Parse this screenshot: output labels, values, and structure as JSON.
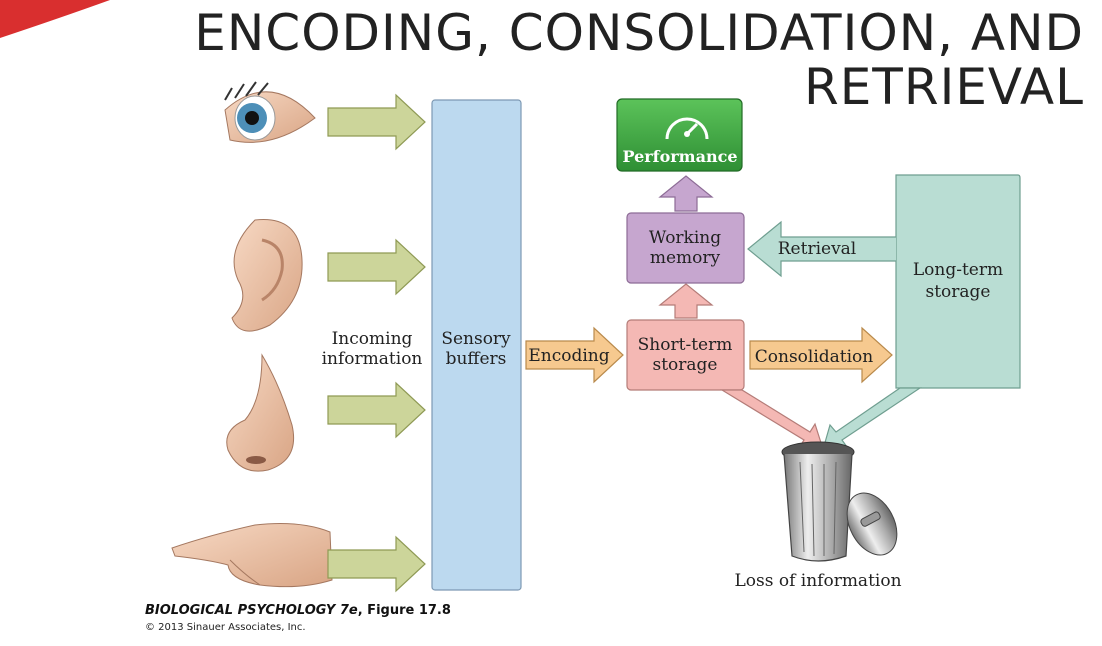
{
  "slide": {
    "title_line1": "ENCODING, CONSOLIDATION, AND",
    "title_line2": "RETRIEVAL"
  },
  "diagram": {
    "incoming_label_line1": "Incoming",
    "incoming_label_line2": "information",
    "sensory_line1": "Sensory",
    "sensory_line2": "buffers",
    "encoding": "Encoding",
    "short_term_line1": "Short-term",
    "short_term_line2": "storage",
    "consolidation": "Consolidation",
    "working_memory_line1": "Working",
    "working_memory_line2": "memory",
    "performance": "Performance",
    "retrieval": "Retrieval",
    "long_term_line1": "Long-term",
    "long_term_line2": "storage",
    "loss": "Loss of information",
    "colors": {
      "input_arrow": "#ccd59a",
      "sensory": "#bcd9ef",
      "encoding_arrow": "#f6c98f",
      "short_term": "#f4b8b4",
      "working_memory": "#c6a6cf",
      "performance": "#3aa33c",
      "long_term": "#b9ddd3"
    }
  },
  "caption": {
    "book": "BIOLOGICAL PSYCHOLOGY 7e",
    "figure": ", Figure 17.8",
    "copyright": "© 2013 Sinauer Associates, Inc."
  }
}
